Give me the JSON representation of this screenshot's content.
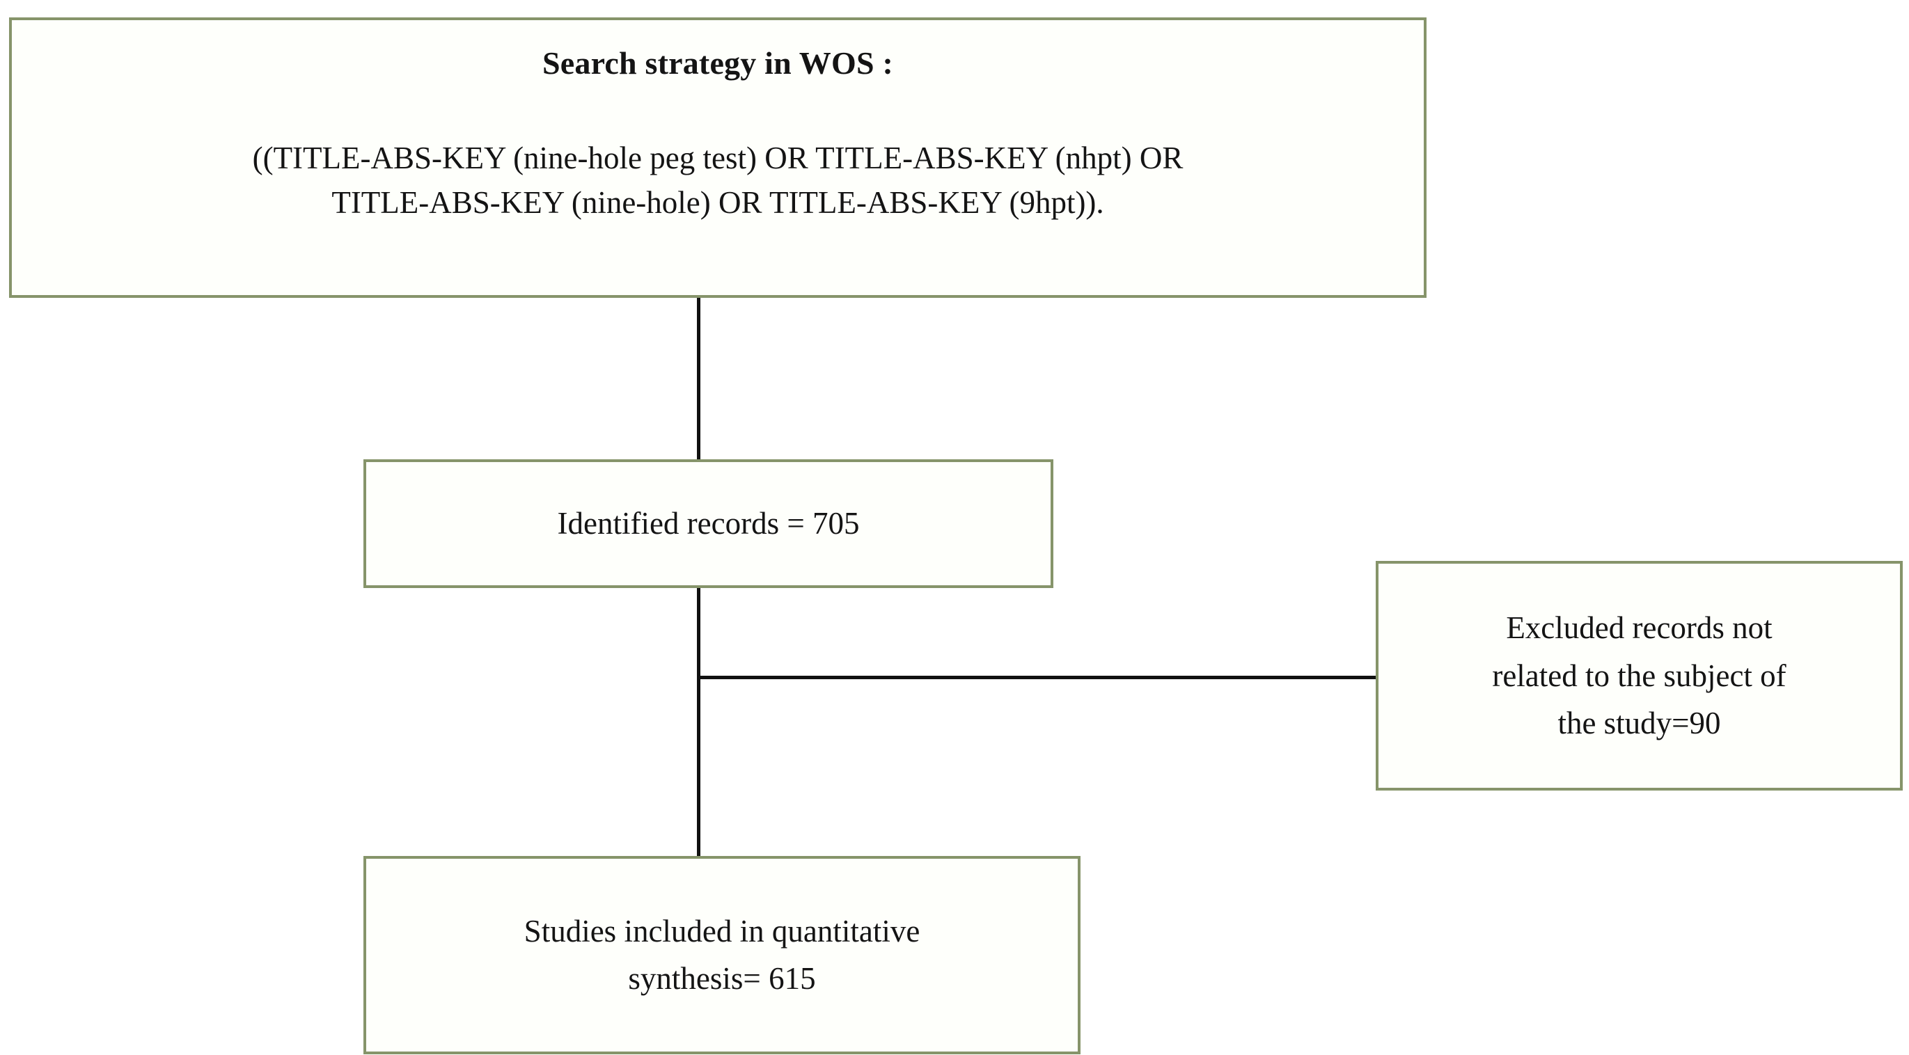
{
  "diagram": {
    "type": "prisma-flow-diagram",
    "boxes": {
      "search_strategy": {
        "title": "Search strategy in WOS :",
        "query_line_1": "((TITLE-ABS-KEY (nine-hole peg test) OR TITLE-ABS-KEY (nhpt) OR",
        "query_line_2": "TITLE-ABS-KEY (nine-hole) OR TITLE-ABS-KEY (9hpt))."
      },
      "identified_records": {
        "line_1": "Identified records = 705"
      },
      "excluded_records": {
        "line_1": "Excluded records not",
        "line_2": "related to the subject of",
        "line_3": "the study=90"
      },
      "included_studies": {
        "line_1": "Studies included in quantitative",
        "line_2": "synthesis= 615"
      }
    },
    "values": {
      "identified": 705,
      "excluded": 90,
      "included": 615
    },
    "colors": {
      "box_border": "#86946a",
      "box_fill": "#fefffb",
      "connector": "#111111",
      "text": "#141414",
      "page_background": "#ffffff"
    }
  }
}
